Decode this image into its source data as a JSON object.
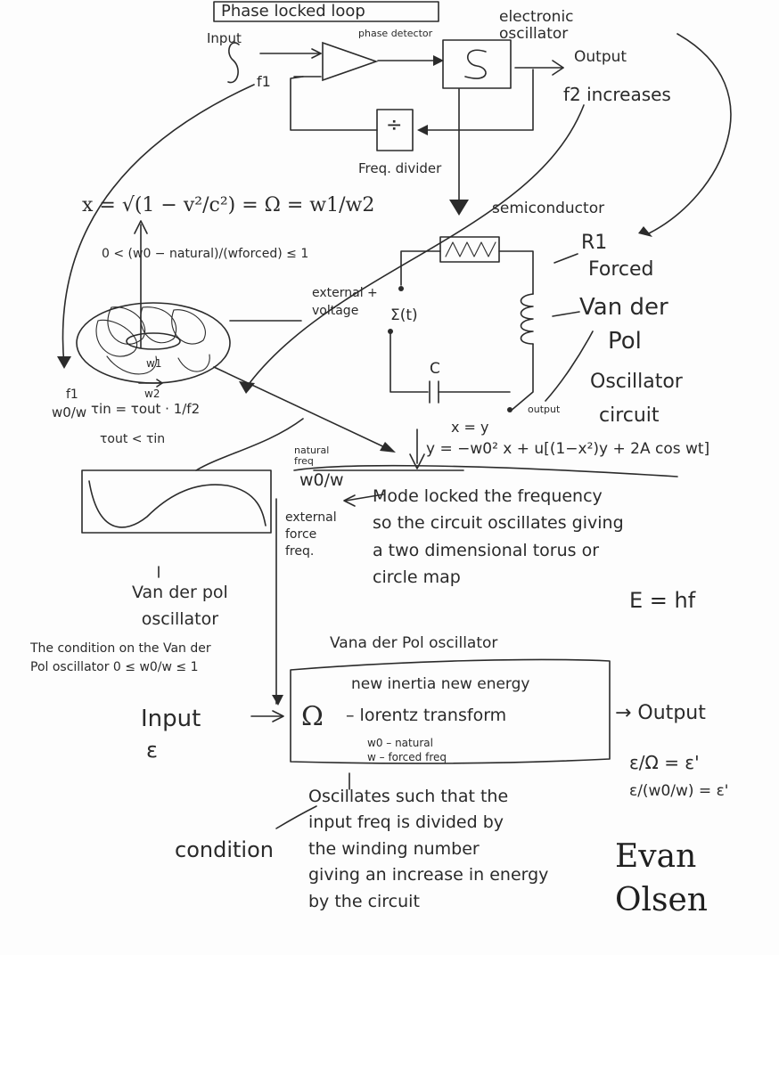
{
  "title": "Phase locked loop",
  "pll": {
    "input": "Input",
    "f1": "f1",
    "phase_detector": "phase detector",
    "electronic_oscillator": "electronic\noscillator",
    "output": "Output",
    "f2_increases": "f2 increases",
    "divider_symbol": "÷",
    "freq_divider": "Freq. divider"
  },
  "equations": {
    "x_equals": "x = √(1 − v²/c²) = Ω = w1/w2",
    "ratio_condition": "0 < (w0 − natural)/(wforced) ≤ 1",
    "f1": "f1",
    "w0_over_w": "w0/w",
    "tau_in_out": "τin = τout · 1/f2",
    "tau_out_lt_in": "τout < τin",
    "w1": "w1",
    "w2": "w2"
  },
  "circuit": {
    "semiconductor": "semiconductor",
    "r1": "R1",
    "forced": "Forced",
    "van_der": "Van der",
    "pol": "Pol",
    "oscillator": "Oscillator",
    "circuit": "circuit",
    "external": "external +\nvoltage",
    "emf": "Σ(t)",
    "capacitor": "C",
    "output_label": "output",
    "x_eq_y": "x = y",
    "y_eq": "y = −w0² x + u[(1−x²)y + 2A cos wt]",
    "natural_freq": "natural\nfreq",
    "w0_w": "w0/w",
    "external_force_freq": "external\nforce\nfreq.",
    "mode_locked": "Mode locked the frequency\nso the circuit oscillates giving\na two dimensional torus or\ncircle map",
    "e_hf": "E = hf"
  },
  "vdp": {
    "label": "Van der pol\noscillator",
    "condition": "The condition on the Van der\nPol oscillator 0 ≤ w0/w ≤ 1",
    "box_title": "Vana der Pol oscillator",
    "input": "Input",
    "epsilon": "ε",
    "new_inertia": "new inertia  new energy",
    "omega": "Ω",
    "lorentz": "– lorentz  transform",
    "w0_natural": "w0 – natural",
    "w_forced": "w – forced freq",
    "arrow_output": "→ Output",
    "eq1": "ε/Ω = ε'",
    "eq2": "ε/(w0/w) = ε'"
  },
  "note": {
    "condition": "condition",
    "text": "Oscillates such that the\ninput freq is divided by\nthe winding number\ngiving an increase in energy\nby the circuit"
  },
  "signature": "Evan\nOlsen"
}
